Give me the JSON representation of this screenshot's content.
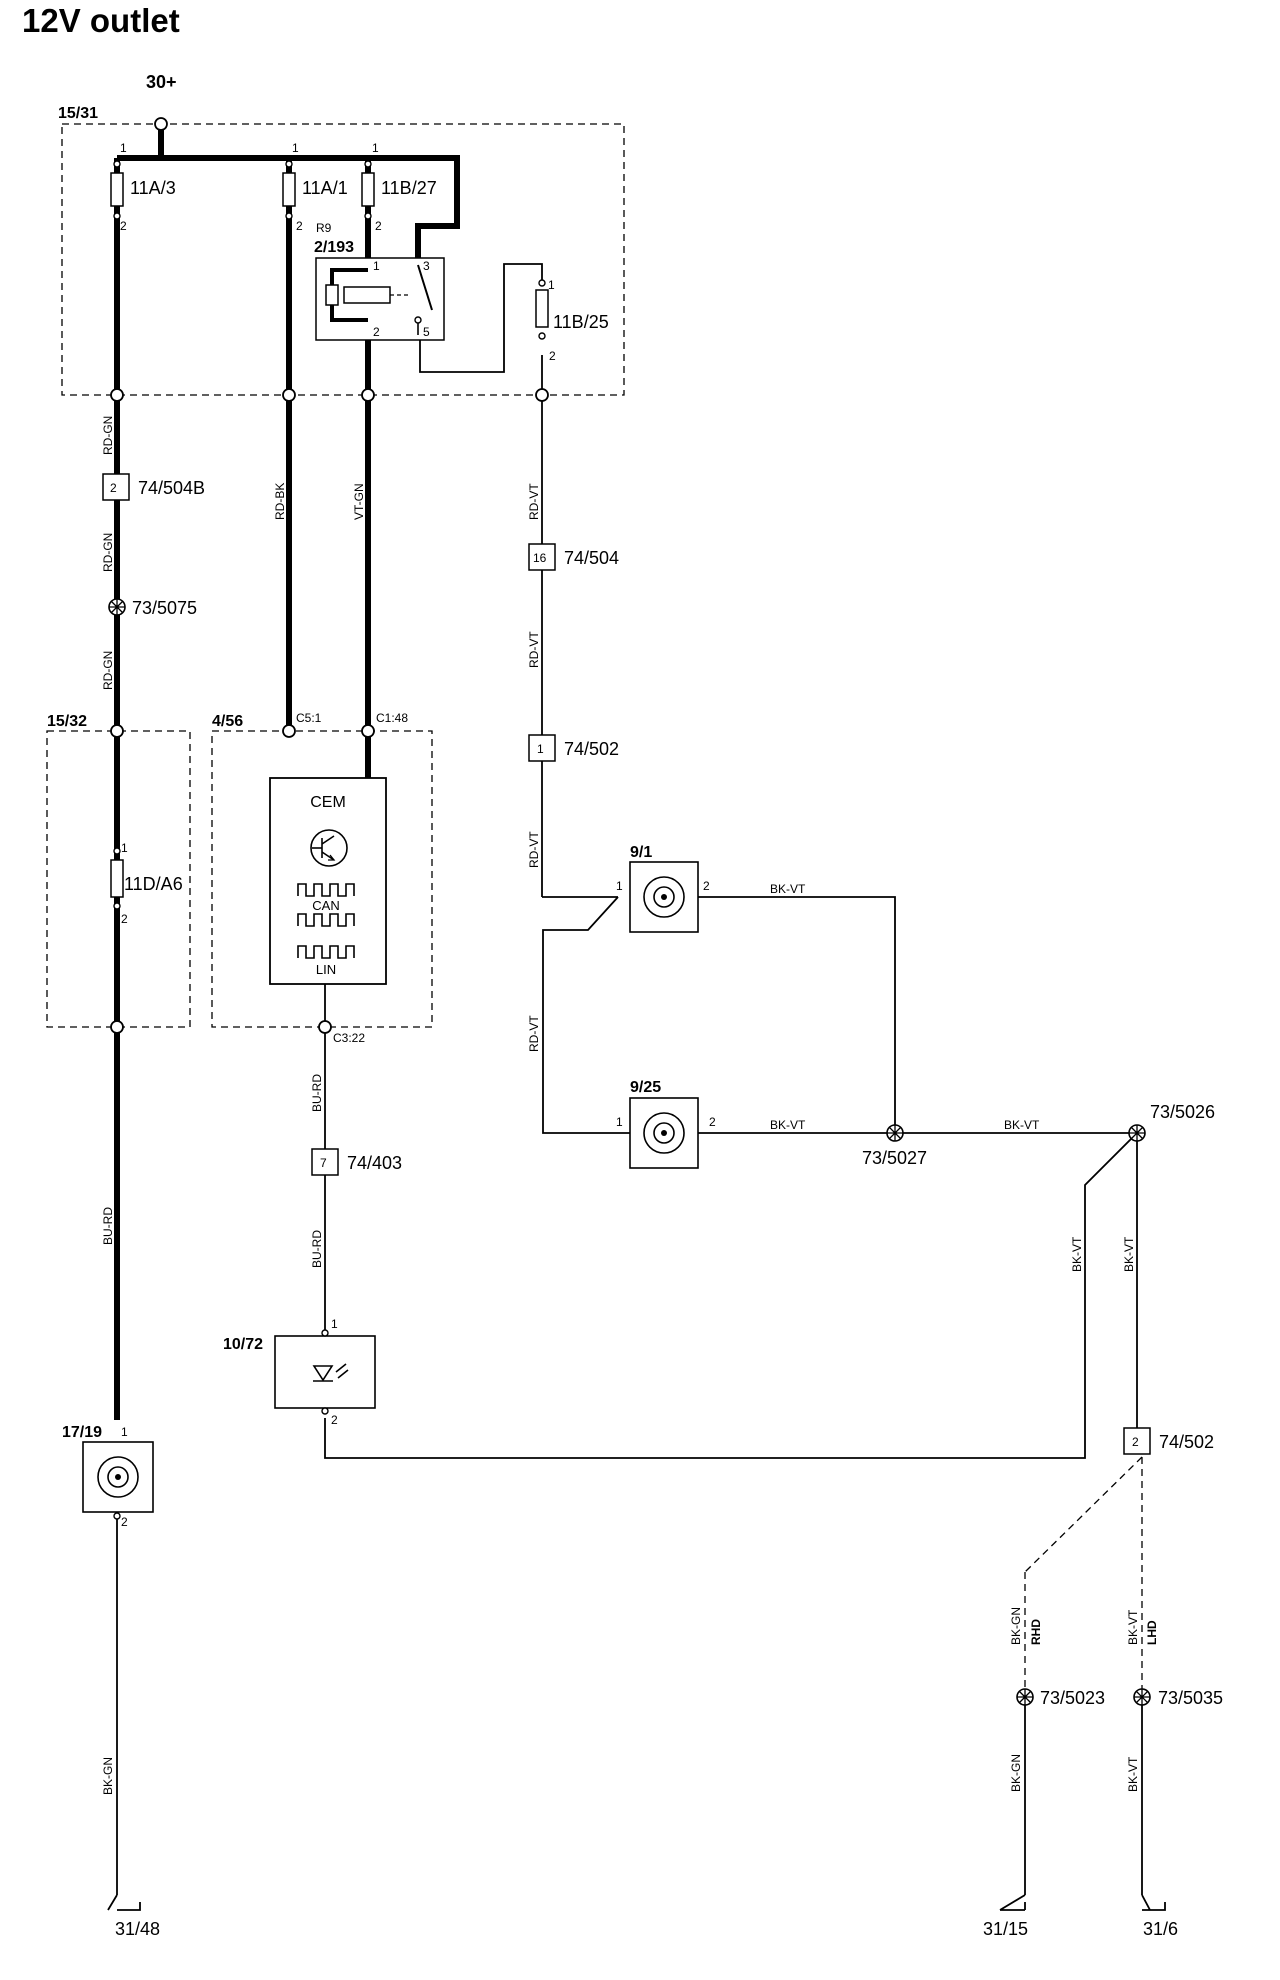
{
  "title": "12V outlet",
  "supply": "30+",
  "ground_labels": {
    "g1": "31/48",
    "g2": "31/15",
    "g3": "31/6"
  },
  "boxes": {
    "fusebox": "15/31",
    "fusebox2": "15/32",
    "cem_box": "4/56",
    "relay": "2/193",
    "relay_ref": "R9",
    "outlet_a": "9/1",
    "outlet_b": "9/25",
    "lamp": "10/72",
    "outlet_c": "17/19"
  },
  "fuses": {
    "f1": "11A/3",
    "f2": "11A/1",
    "f3": "11B/27",
    "f4": "11B/25",
    "f5": "11D/A6"
  },
  "connectors": {
    "c1": {
      "pin": "2",
      "label": "74/504B"
    },
    "c2": {
      "pin": "16",
      "label": "74/504"
    },
    "c3": {
      "pin": "1",
      "label": "74/502"
    },
    "c4": {
      "pin": "7",
      "label": "74/403"
    },
    "c5": {
      "pin": "2",
      "label": "74/502"
    }
  },
  "splices": {
    "s1": "73/5075",
    "s2": "73/5027",
    "s3": "73/5026",
    "s4": "73/5023",
    "s5": "73/5035"
  },
  "cem": {
    "name": "CEM",
    "can": "CAN",
    "lin": "LIN",
    "pin_c5": "C5:1",
    "pin_c1": "C1:48",
    "pin_c3": "C3:22"
  },
  "wire_colors": {
    "rd_gn": "RD-GN",
    "rd_bk": "RD-BK",
    "vt_gn": "VT-GN",
    "rd_vt": "RD-VT",
    "bk_vt": "BK-VT",
    "bu_rd": "BU-RD",
    "bk_gn": "BK-GN"
  },
  "variants": {
    "rhd": "RHD",
    "lhd": "LHD"
  },
  "pins": {
    "p1": "1",
    "p2": "2",
    "p3": "3",
    "p5": "5"
  }
}
